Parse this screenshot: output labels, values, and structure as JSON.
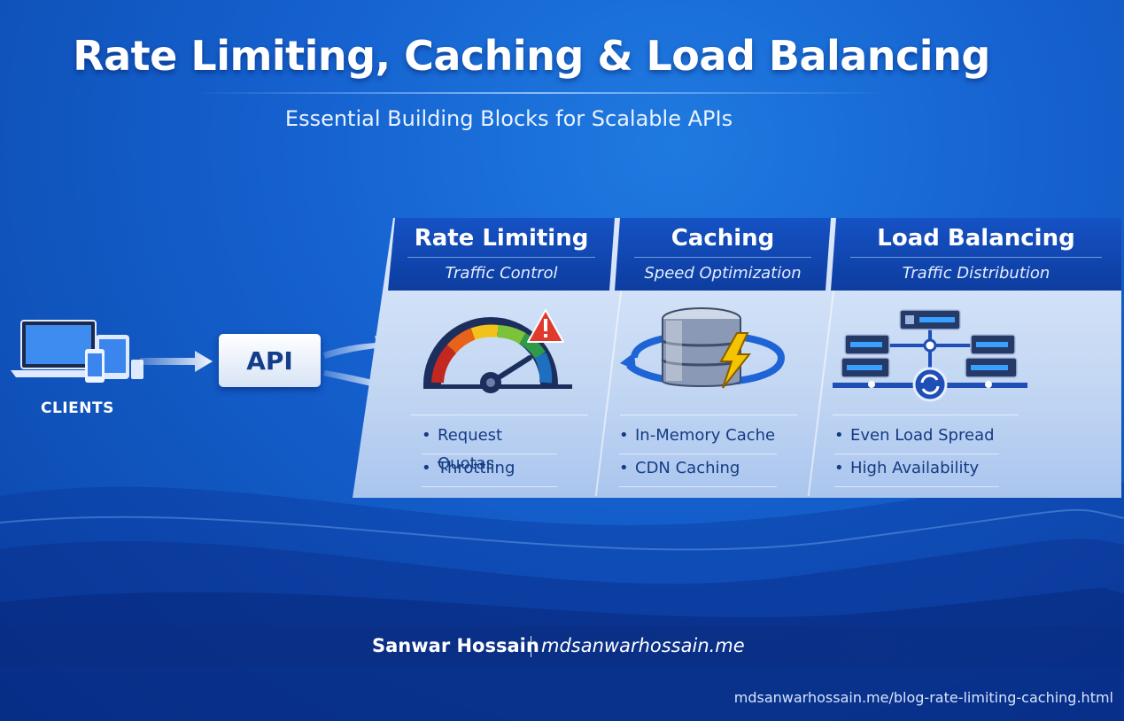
{
  "header": {
    "title": "Rate Limiting, Caching & Load Balancing",
    "subtitle": "Essential Building Blocks for Scalable APIs"
  },
  "flow": {
    "clients_label": "CLIENTS",
    "api_label": "API"
  },
  "columns": [
    {
      "title": "Rate Limiting",
      "subtitle": "Traffic Control",
      "icon": "speedometer-warning-icon",
      "bullets": [
        "Request Quotas",
        "Throttling"
      ]
    },
    {
      "title": "Caching",
      "subtitle": "Speed Optimization",
      "icon": "database-lightning-icon",
      "bullets": [
        "In-Memory Cache",
        "CDN Caching"
      ]
    },
    {
      "title": "Load Balancing",
      "subtitle": "Traffic Distribution",
      "icon": "server-network-icon",
      "bullets": [
        "Even Load Spread",
        "High Availability"
      ]
    }
  ],
  "footer": {
    "author": "Sanwar Hossain",
    "site": "mdsanwarhossain.me",
    "url": "mdsanwarhossain.me/blog-rate-limiting-caching.html"
  },
  "colors": {
    "background": "#1561cf",
    "header_band": "#0d3da0",
    "panel": "#c3d7f3",
    "text_dark": "#143b83",
    "warning": "#e03a2f",
    "lightning": "#f5c400"
  }
}
